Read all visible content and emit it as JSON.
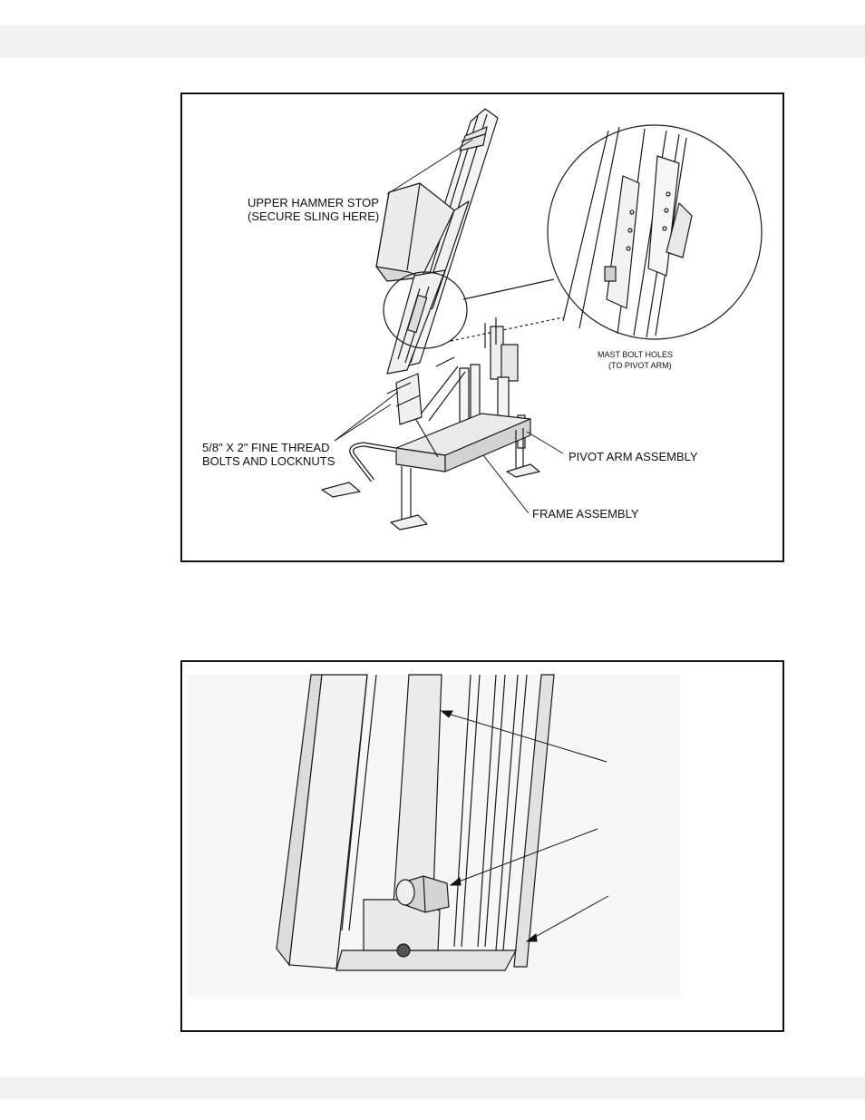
{
  "figure1": {
    "labels": {
      "upper_hammer_stop_1": "UPPER HAMMER STOP",
      "upper_hammer_stop_2": "(SECURE SLING HERE)",
      "mast_bolt_holes_1": "MAST BOLT HOLES",
      "mast_bolt_holes_2": "(TO PIVOT ARM)",
      "bolts_1": "5/8\" X 2\" FINE THREAD",
      "bolts_2": "BOLTS AND LOCKNUTS",
      "pivot_arm": "PIVOT ARM ASSEMBLY",
      "frame": "FRAME ASSEMBLY"
    }
  },
  "figure2": {}
}
